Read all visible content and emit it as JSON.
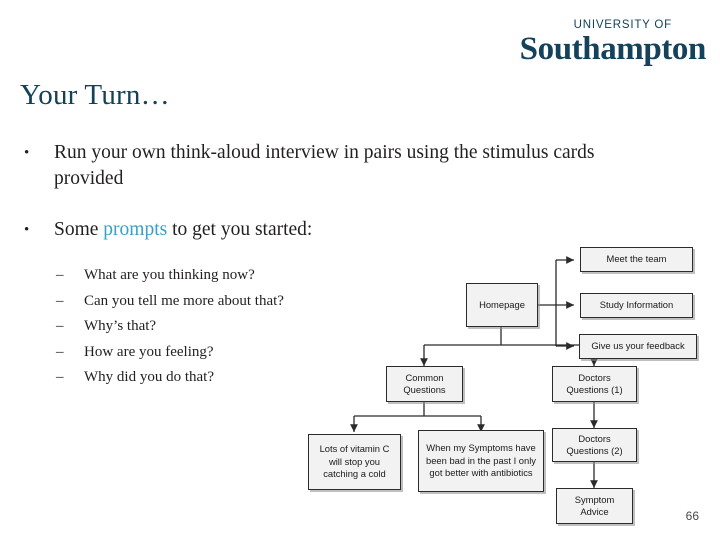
{
  "slide": {
    "background_color": "#ffffff",
    "title": "Your Turn…",
    "title_color": "#134257",
    "page_number": "66"
  },
  "logo": {
    "top_line": "UNIVERSITY OF",
    "main_line": "Southampton",
    "color": "#14425b"
  },
  "bullets": [
    {
      "marker": "•",
      "text": "Run your own think-aloud interview in pairs using the stimulus cards provided"
    }
  ],
  "bullet2": {
    "marker": "•",
    "part1": "Some ",
    "accent": "prompts",
    "accent_color": "#3a9fc4",
    "part2": " to get you started:"
  },
  "sub_bullets": [
    {
      "marker": "–",
      "text": "What are you thinking now?"
    },
    {
      "marker": "–",
      "text": "Can you tell me more about that?"
    },
    {
      "marker": "–",
      "text": "Why’s that?"
    },
    {
      "marker": "–",
      "text": "How are you feeling?"
    },
    {
      "marker": "–",
      "text": "Why did you do that?"
    }
  ],
  "diagram": {
    "type": "flowchart",
    "box_fill": "#f2f2f2",
    "box_border": "#2b2b2b",
    "nodes": [
      {
        "id": "homepage",
        "label": "Homepage"
      },
      {
        "id": "meet-team",
        "label": "Meet the team"
      },
      {
        "id": "study-info",
        "label": "Study Information"
      },
      {
        "id": "feedback",
        "label": "Give us your feedback"
      },
      {
        "id": "common-q",
        "label": "Common Questions"
      },
      {
        "id": "doctors-q1",
        "label": "Doctors Questions (1)"
      },
      {
        "id": "vitamin-c",
        "label": "Lots of vitamin C will stop you catching a cold"
      },
      {
        "id": "symptoms",
        "label": "When my Symptoms have been bad in the past I only got better with antibiotics"
      },
      {
        "id": "doctors-q2",
        "label": "Doctors Questions (2)"
      },
      {
        "id": "symptom-advice",
        "label": "Symptom Advice"
      }
    ],
    "edges": [
      {
        "from": "homepage",
        "to": "meet-team"
      },
      {
        "from": "homepage",
        "to": "study-info"
      },
      {
        "from": "homepage",
        "to": "feedback"
      },
      {
        "from": "homepage",
        "to": "common-q"
      },
      {
        "from": "homepage",
        "to": "doctors-q1"
      },
      {
        "from": "common-q",
        "to": "vitamin-c"
      },
      {
        "from": "common-q",
        "to": "symptoms"
      },
      {
        "from": "doctors-q1",
        "to": "doctors-q2"
      },
      {
        "from": "doctors-q2",
        "to": "symptom-advice"
      }
    ]
  }
}
